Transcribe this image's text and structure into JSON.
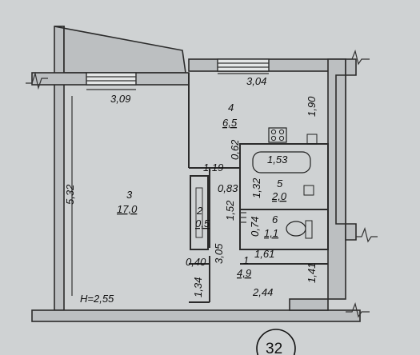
{
  "plan": {
    "apartment_number": "32",
    "ceiling_height": "H=2,55",
    "rooms": [
      {
        "number": "1",
        "area": "4,9"
      },
      {
        "number": "2",
        "area": "0,5"
      },
      {
        "number": "3",
        "area": "17,0"
      },
      {
        "number": "4",
        "area": "6,5"
      },
      {
        "number": "5",
        "area": "2,0"
      },
      {
        "number": "6",
        "area": "1,1"
      }
    ],
    "dimensions": {
      "living_width": "3,09",
      "living_length": "5,32",
      "kitchen_width": "3,04",
      "kitchen_length": "1,90",
      "wall_1_19": "1,19",
      "wall_0_62": "0,62",
      "bath_width": "1,53",
      "bath_0_83": "0,83",
      "bath_1_32": "1,32",
      "closet_1_52": "1,52",
      "wc_0_74": "0,74",
      "hall_3_05": "3,05",
      "hall_1_61": "1,61",
      "hall_0_40": "0,40",
      "hall_1_34": "1,34",
      "hall_2_44": "2,44",
      "hall_1_41": "1,41"
    }
  }
}
